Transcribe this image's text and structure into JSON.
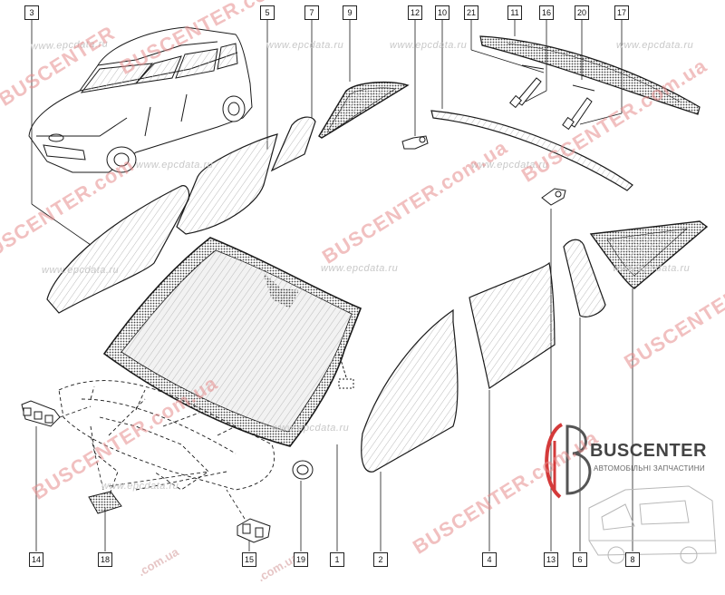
{
  "callouts": [
    {
      "label": "3"
    },
    {
      "label": "5"
    },
    {
      "label": "7"
    },
    {
      "label": "9"
    },
    {
      "label": "12"
    },
    {
      "label": "10"
    },
    {
      "label": "21"
    },
    {
      "label": "11"
    },
    {
      "label": "16"
    },
    {
      "label": "20"
    },
    {
      "label": "17"
    },
    {
      "label": "14"
    },
    {
      "label": "18"
    },
    {
      "label": "15"
    },
    {
      "label": "19"
    },
    {
      "label": "1"
    },
    {
      "label": "2"
    },
    {
      "label": "4"
    },
    {
      "label": "13"
    },
    {
      "label": "6"
    },
    {
      "label": "8"
    }
  ],
  "watermarks": {
    "epc_url": "www.epcdata.ru",
    "buscenter_brand": "BUSCENTER",
    "buscenter_domain": "BUSCENTER.com.ua",
    "com_ua": ".com.ua",
    "buscenter_com": "BUSCENTER.com"
  },
  "brand": {
    "title": "BUSCENTER",
    "subtitle": "АВТОМОБІЛЬНІ ЗАПЧАСТИНИ"
  },
  "colors": {
    "line": "#1a1a1a",
    "glass_fill": "#f4f4f4",
    "frit": "#333333",
    "watermark_red": "#e08080",
    "brand_red": "#d43a3a"
  }
}
